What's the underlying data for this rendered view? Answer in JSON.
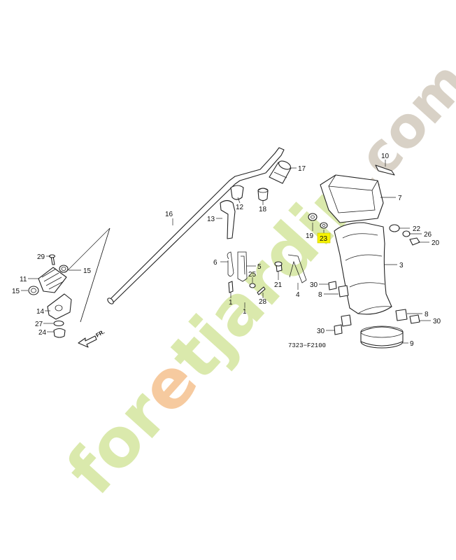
{
  "watermark": {
    "text": "foretjardin.com",
    "colors": {
      "main": "#d9e8a8",
      "accent": "#f6c89a",
      "suffix": "#d6cfc3"
    }
  },
  "highlight": {
    "part": "23",
    "color": "#f6f200"
  },
  "arrow_label": "FR.",
  "diagram_code": "7323−F2100",
  "callouts": {
    "p1": "1",
    "p3": "3",
    "p4": "4",
    "p5": "5",
    "p6": "6",
    "p7": "7",
    "p8a": "8",
    "p8b": "8",
    "p9": "9",
    "p10": "10",
    "p11": "11",
    "p12": "12",
    "p13": "13",
    "p14": "14",
    "p15a": "15",
    "p15b": "15",
    "p16": "16",
    "p17": "17",
    "p18": "18",
    "p19": "19",
    "p20": "20",
    "p21": "21",
    "p22": "22",
    "p23": "23",
    "p24": "24",
    "p25": "25",
    "p26": "26",
    "p27": "27",
    "p28": "28",
    "p29": "29",
    "p30a": "30",
    "p30b": "30",
    "p30c": "30"
  }
}
